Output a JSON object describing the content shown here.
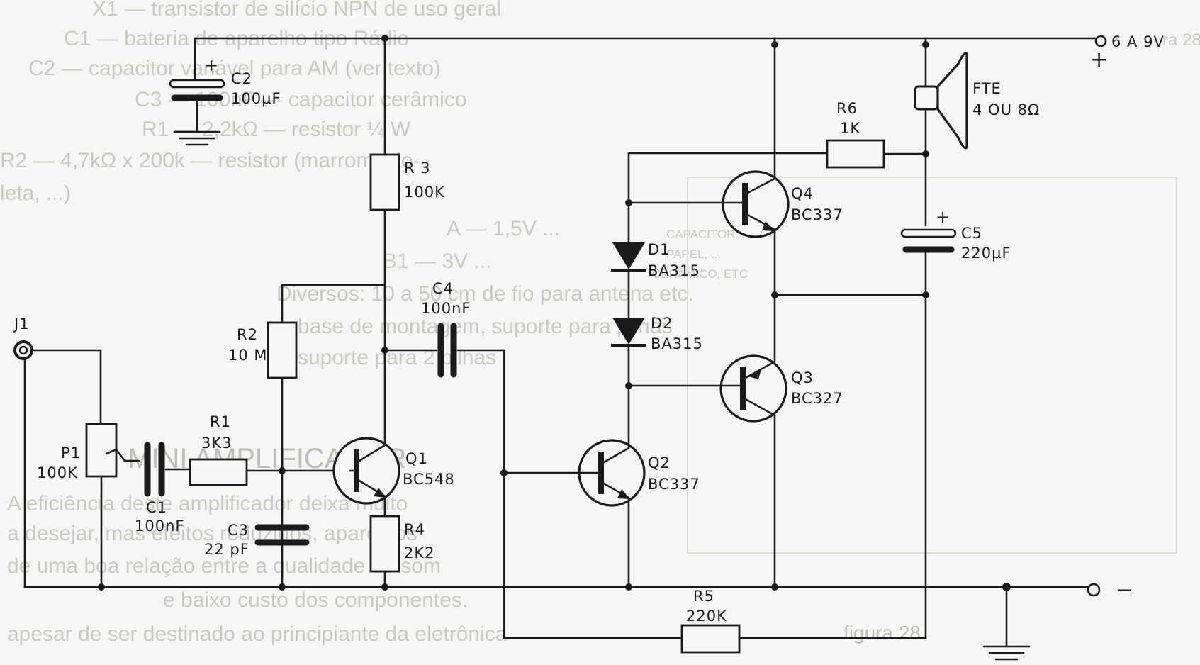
{
  "bleed_through": [
    "X1 — transistor de silício NPN de uso geral",
    "C1 — bateria de aparelho tipo Rádio",
    "C2 — capacitor variável para AM (ver texto)",
    "C3 — 100nF — capacitor cerâmico",
    "R1 — 2,2kΩ — resistor ¼ W",
    "R2 — 4,7kΩ x 200k — resistor (marrom, vio-",
    "leta, ...)",
    "A — 1,5V ...",
    "B1 — 3V ...",
    "Diversos: 10 a 50 cm de fio para antena etc.",
    "base de montagem, suporte para pilhas",
    "suporte para 2 pilhas",
    "MINI AMPLIFICADOR",
    "A eficiência deste amplificador deixa muito",
    "a desejar, mas efeitos reduzidos, aparelhos",
    "de uma boa relação entre a qualidade de som",
    "e baixo custo dos componentes.",
    "apesar de ser destinado ao principiante da eletrônica",
    "CAPACITOR",
    "PAPEL, ...",
    "CERÂMICO, ETC",
    "figura 28",
    "ra 28"
  ],
  "supply": {
    "positive_label": "6 A 9V",
    "positive_sign": "+",
    "negative_sign": "−"
  },
  "components": {
    "J1": {
      "ref": "J1"
    },
    "P1": {
      "ref": "P1",
      "value": "100K"
    },
    "C1": {
      "ref": "C1",
      "value": "100nF"
    },
    "C2": {
      "ref": "C2",
      "value": "100µF",
      "polarity": "+"
    },
    "C3": {
      "ref": "C3",
      "value": "22 pF"
    },
    "C4": {
      "ref": "C4",
      "value": "100nF"
    },
    "C5": {
      "ref": "C5",
      "value": "220µF",
      "polarity": "+"
    },
    "R1": {
      "ref": "R1",
      "value": "3K3"
    },
    "R2": {
      "ref": "R2",
      "value": "10 M"
    },
    "R3": {
      "ref": "R 3",
      "value": "100K"
    },
    "R4": {
      "ref": "R4",
      "value": "2K2"
    },
    "R5": {
      "ref": "R5",
      "value": "220K"
    },
    "R6": {
      "ref": "R6",
      "value": "1K"
    },
    "Q1": {
      "ref": "Q1",
      "value": "BC548"
    },
    "Q2": {
      "ref": "Q2",
      "value": "BC337"
    },
    "Q3": {
      "ref": "Q3",
      "value": "BC327"
    },
    "Q4": {
      "ref": "Q4",
      "value": "BC337"
    },
    "D1": {
      "ref": "D1",
      "value": "BA315"
    },
    "D2": {
      "ref": "D2",
      "value": "BA315"
    },
    "FTE": {
      "ref": "FTE",
      "value": "4 OU 8Ω"
    }
  }
}
